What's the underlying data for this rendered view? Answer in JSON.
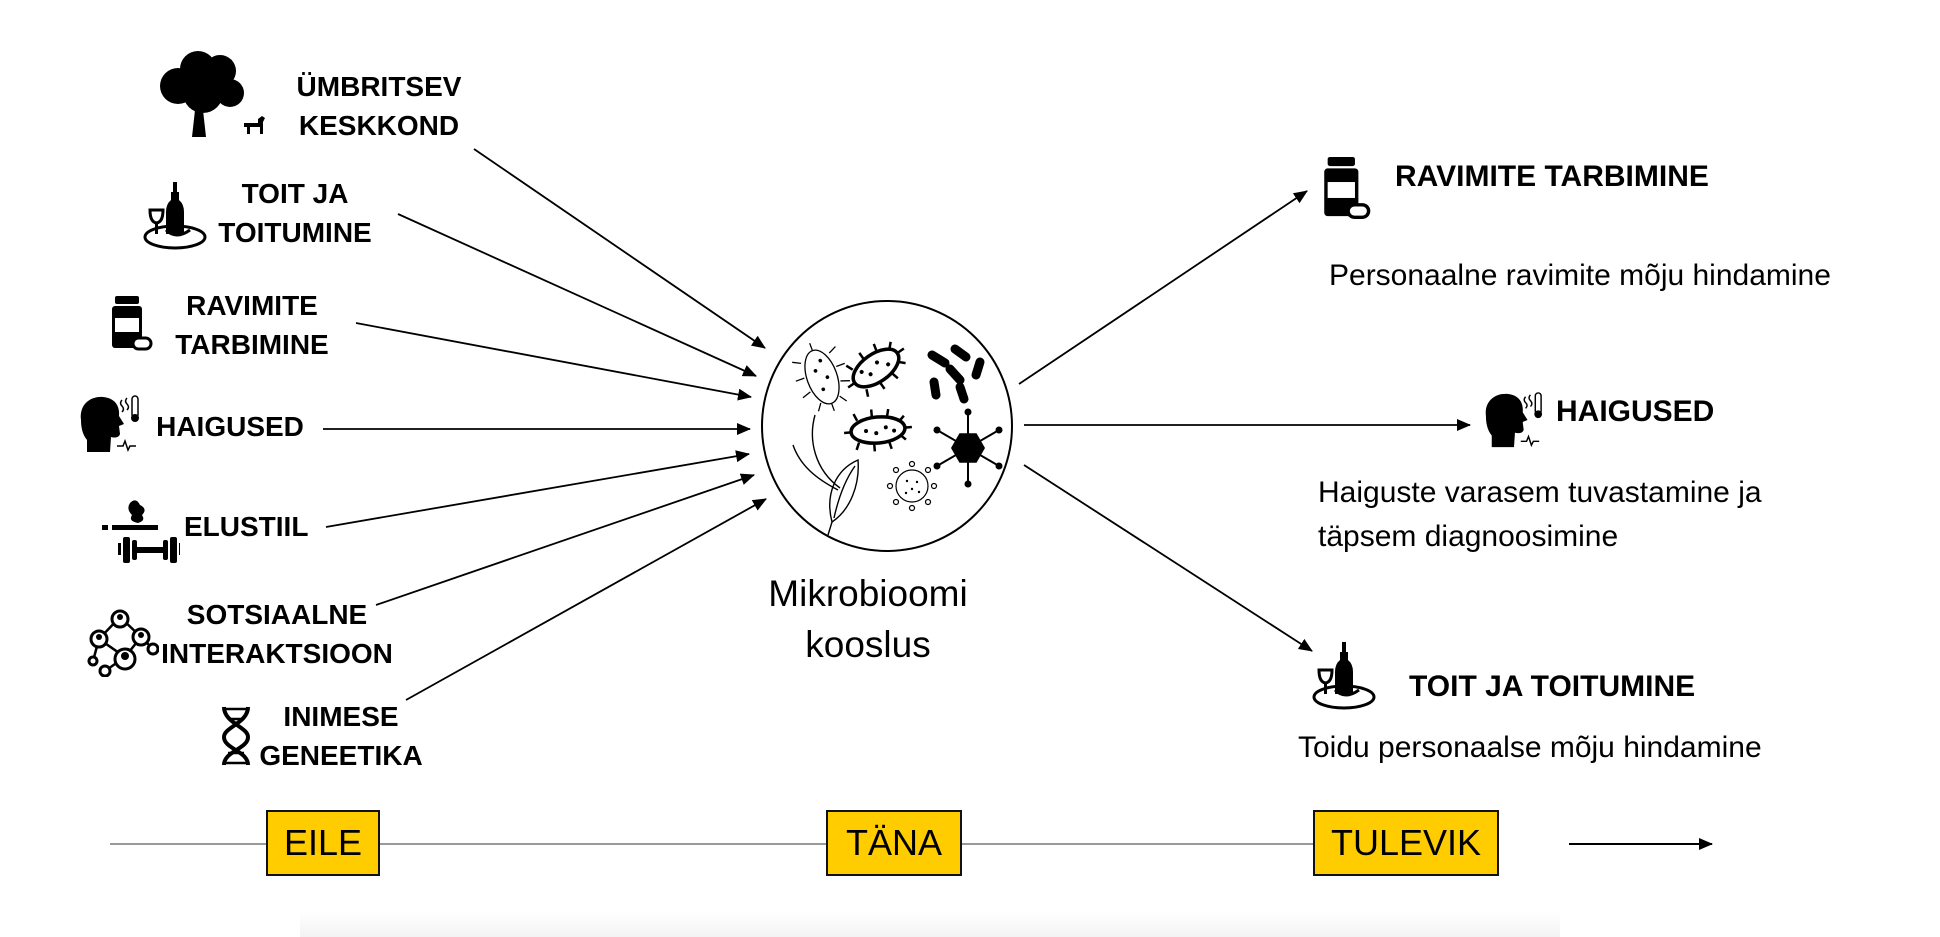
{
  "inputs": [
    {
      "lines": [
        "ÜMBRITSEV",
        "KESKKOND"
      ],
      "icon": "tree-and-dog-icon"
    },
    {
      "lines": [
        "TOIT JA",
        "TOITUMINE"
      ],
      "icon": "food-and-drink-icon"
    },
    {
      "lines": [
        "RAVIMITE",
        "TARBIMINE"
      ],
      "icon": "pill-bottle-icon"
    },
    {
      "lines": [
        "HAIGUSED"
      ],
      "icon": "sick-head-icon"
    },
    {
      "lines": [
        "ELUSTIIL"
      ],
      "icon": "cigarette-dumbbell-icon"
    },
    {
      "lines": [
        "SOTSIAALNE",
        "INTERAKTSIOON"
      ],
      "icon": "social-network-icon"
    },
    {
      "lines": [
        "INIMESE",
        "GENEETIKA"
      ],
      "icon": "dna-icon"
    }
  ],
  "center": {
    "lines": [
      "Mikrobioomi",
      "kooslus"
    ],
    "icon": "microbiome-circle-icon"
  },
  "outputs": [
    {
      "title": "RAVIMITE TARBIMINE",
      "desc": [
        "Personaalne ravimite mõju hindamine"
      ],
      "icon": "pill-bottle-icon"
    },
    {
      "title": "HAIGUSED",
      "desc": [
        "Haiguste varasem tuvastamine ja",
        "täpsem diagnoosimine"
      ],
      "icon": "sick-head-icon"
    },
    {
      "title": "TOIT JA TOITUMINE",
      "desc": [
        "Toidu personaalse mõju hindamine"
      ],
      "icon": "food-and-drink-icon"
    }
  ],
  "timeline": {
    "labels": [
      "EILE",
      "TÄNA",
      "TULEVIK"
    ]
  },
  "colors": {
    "timeline_box": "#FFCC00",
    "ink": "#000000",
    "timeline_line": "#999999"
  }
}
